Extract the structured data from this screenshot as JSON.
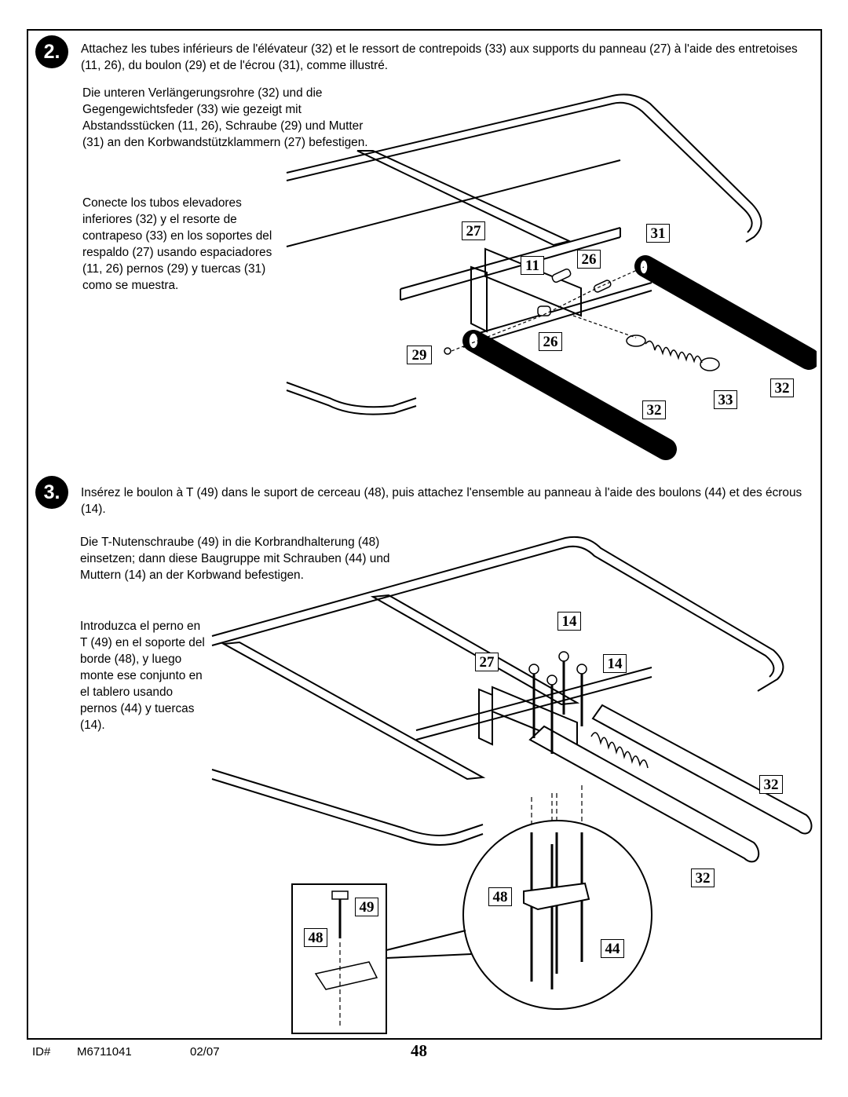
{
  "steps": [
    {
      "number": "2.",
      "fr": "Attachez les tubes inférieurs de l'élévateur (32) et le ressort de contrepoids (33) aux supports du panneau (27) à l'aide des entretoises (11, 26), du boulon (29) et de l'écrou (31), comme illustré.",
      "de": "Die unteren Verlängerungsrohre (32) und die Gegengewichtsfeder (33) wie gezeigt mit Abstandsstücken (11, 26), Schraube (29) und Mutter (31) an den Korbwandstützklammern (27) befestigen.",
      "es": "Conecte los tubos elevadores inferiores (32) y el resorte de contrapeso (33) en los soportes del respaldo (27) usando espaciadores (11, 26) pernos (29) y tuercas (31) como se muestra.",
      "callouts": [
        "27",
        "31",
        "11",
        "26",
        "26",
        "29",
        "33",
        "32",
        "32"
      ]
    },
    {
      "number": "3.",
      "fr": "Insérez le boulon à T (49) dans le suport de cerceau (48), puis attachez l'ensemble au panneau à l'aide des boulons (44) et des écrous (14).",
      "de": "Die T-Nutenschraube (49) in die Korbrandhalterung (48) einsetzen; dann diese Baugruppe mit Schrauben (44) und Muttern (14) an der Korbwand befestigen.",
      "es": "Introduzca el perno en T (49) en el soporte del borde (48), y luego monte ese conjunto en el tablero usando pernos (44) y tuercas (14).",
      "callouts": [
        "14",
        "27",
        "14",
        "32",
        "32",
        "49",
        "48",
        "48",
        "44"
      ]
    }
  ],
  "footer": {
    "id_label": "ID#",
    "id_value": "M6711041",
    "date": "02/07",
    "page": "48"
  }
}
